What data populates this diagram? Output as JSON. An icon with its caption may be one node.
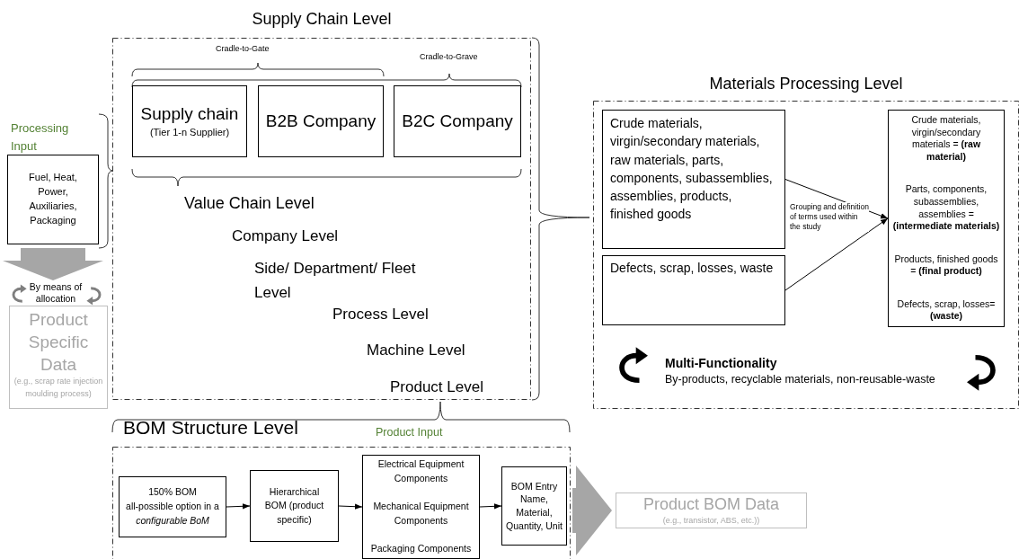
{
  "diagram": {
    "nodes": [
      {
        "text": [
          "Supply Chain Level"
        ]
      },
      {
        "text": [
          "Supply chain",
          "(Tier 1-n Supplier)"
        ],
        "in": 0
      },
      {
        "text": [
          "B2B Company"
        ],
        "in": 0
      },
      {
        "text": [
          "B2C Company"
        ],
        "in": 0
      },
      {
        "text": [
          "Materials Processing Level"
        ]
      },
      {
        "text": [
          "Crude materials, virgin/secondary materials, raw materials, parts, components, subassemblies, assemblies, products, finished goods"
        ],
        "in": 4
      },
      {
        "text": [
          "Defects, scrap, losses, waste"
        ],
        "in": 4
      },
      {
        "text": [
          "Crude materials, virgin/secondary materials = **(raw material)**",
          "Parts, components, subassemblies, assemblies = **(intermediate materials)**",
          "Products, finished goods = **(final product)**",
          "Defects, scrap, losses= **(waste)**"
        ],
        "in": 4
      },
      {
        "text": [
          "Fuel, Heat, Power, Auxiliaries, Packaging"
        ],
        "beside": [
          "Processing Input"
        ]
      },
      {
        "text": [
          "Product Specific Data",
          "(e.g., scrap rate injection moulding process)"
        ]
      },
      {
        "text": [
          "BOM Structure Level"
        ]
      },
      {
        "text": [
          "150% BOM",
          "all-possible option in a *configurable BoM*"
        ],
        "in": 10
      },
      {
        "text": [
          "Hierarchical BOM (product specific)"
        ],
        "in": 10
      },
      {
        "text": [
          "Electrical Equipment Components",
          "Mechanical Equipment Components",
          "Packaging Components"
        ],
        "in": 10
      },
      {
        "text": [
          "BOM Entry Name, Material, Quantity, Unit"
        ],
        "in": 10
      },
      {
        "text": [
          "Product BOM Data",
          "(e.g., transistor, ABS, etc.))"
        ]
      }
    ],
    "edges": [
      {
        "from": 5,
        "to": 7,
        "arrow": "to",
        "label": "Grouping and definition of terms used within the study"
      },
      {
        "from": 6,
        "to": 7,
        "arrow": "to"
      },
      {
        "from": 11,
        "to": 12,
        "arrow": "to"
      },
      {
        "from": 12,
        "to": 13,
        "arrow": "to"
      },
      {
        "from": 13,
        "to": 14,
        "arrow": "to"
      },
      {
        "from": 8,
        "to": 9,
        "arrow": "to",
        "style": "thick",
        "color": "#a6a6a6"
      },
      {
        "from": 10,
        "to": 15,
        "arrow": "to",
        "style": "thick",
        "color": "#a6a6a6"
      }
    ],
    "labels": [
      "Cradle-to-Gate",
      "Cradle-to-Grave",
      "Value Chain Level",
      "Company Level",
      "Side/ Department/ Fleet Level",
      "Process Level",
      "Machine Level",
      "Product Level",
      "By means of allocation",
      "Multi-Functionality",
      "By-products, recyclable materials, non-reusable-waste",
      "Product Input"
    ]
  }
}
